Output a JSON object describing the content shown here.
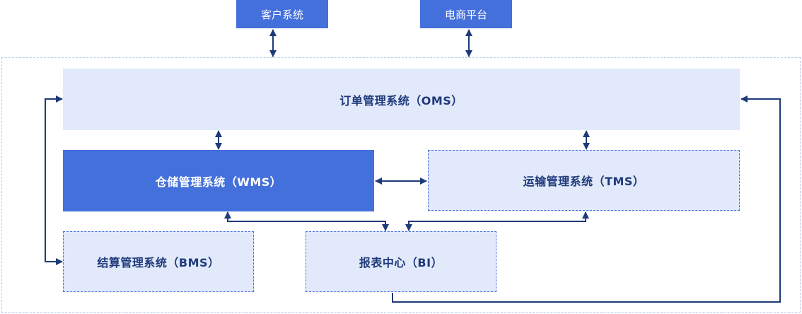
{
  "external": {
    "customer": "客户系统",
    "ecommerce": "电商平台"
  },
  "systems": {
    "oms": "订单管理系统（OMS）",
    "wms": "仓储管理系统（WMS）",
    "tms": "运输管理系统（TMS）",
    "bms": "结算管理系统（BMS）",
    "bi": "报表中心（BI）"
  },
  "colors": {
    "primary": "#4470dc",
    "light_fill": "#e1e9fa",
    "arrow": "#1f3a7a",
    "outer_border": "#b9cde8"
  }
}
